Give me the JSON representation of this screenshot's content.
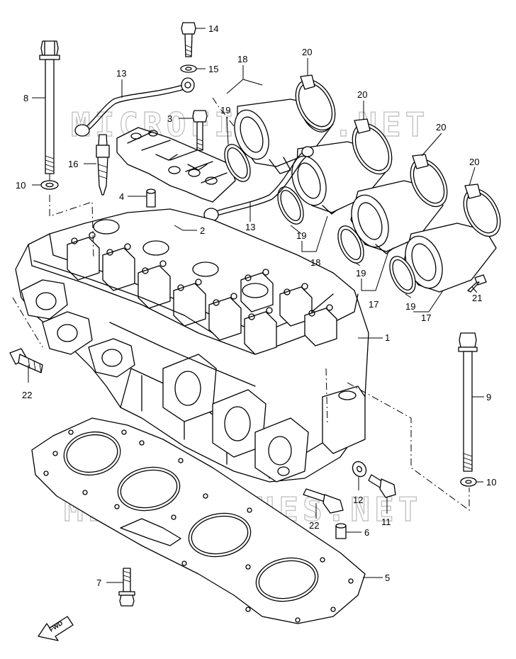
{
  "watermark": "MICROFICHES.NET",
  "fwd_label": "FWD",
  "callouts": {
    "c1": "1",
    "c2": "2",
    "c3": "3",
    "c4": "4",
    "c5": "5",
    "c6": "6",
    "c7": "7",
    "c8": "8",
    "c9": "9",
    "c10a": "10",
    "c10b": "10",
    "c11": "11",
    "c12": "12",
    "c13a": "13",
    "c13b": "13",
    "c14": "14",
    "c15": "15",
    "c16": "16",
    "c17a": "17",
    "c17b": "17",
    "c18a": "18",
    "c18b": "18",
    "c19a": "19",
    "c19b": "19",
    "c19c": "19",
    "c19d": "19",
    "c20a": "20",
    "c20b": "20",
    "c20c": "20",
    "c20d": "20",
    "c21": "21",
    "c22a": "22",
    "c22b": "22"
  }
}
